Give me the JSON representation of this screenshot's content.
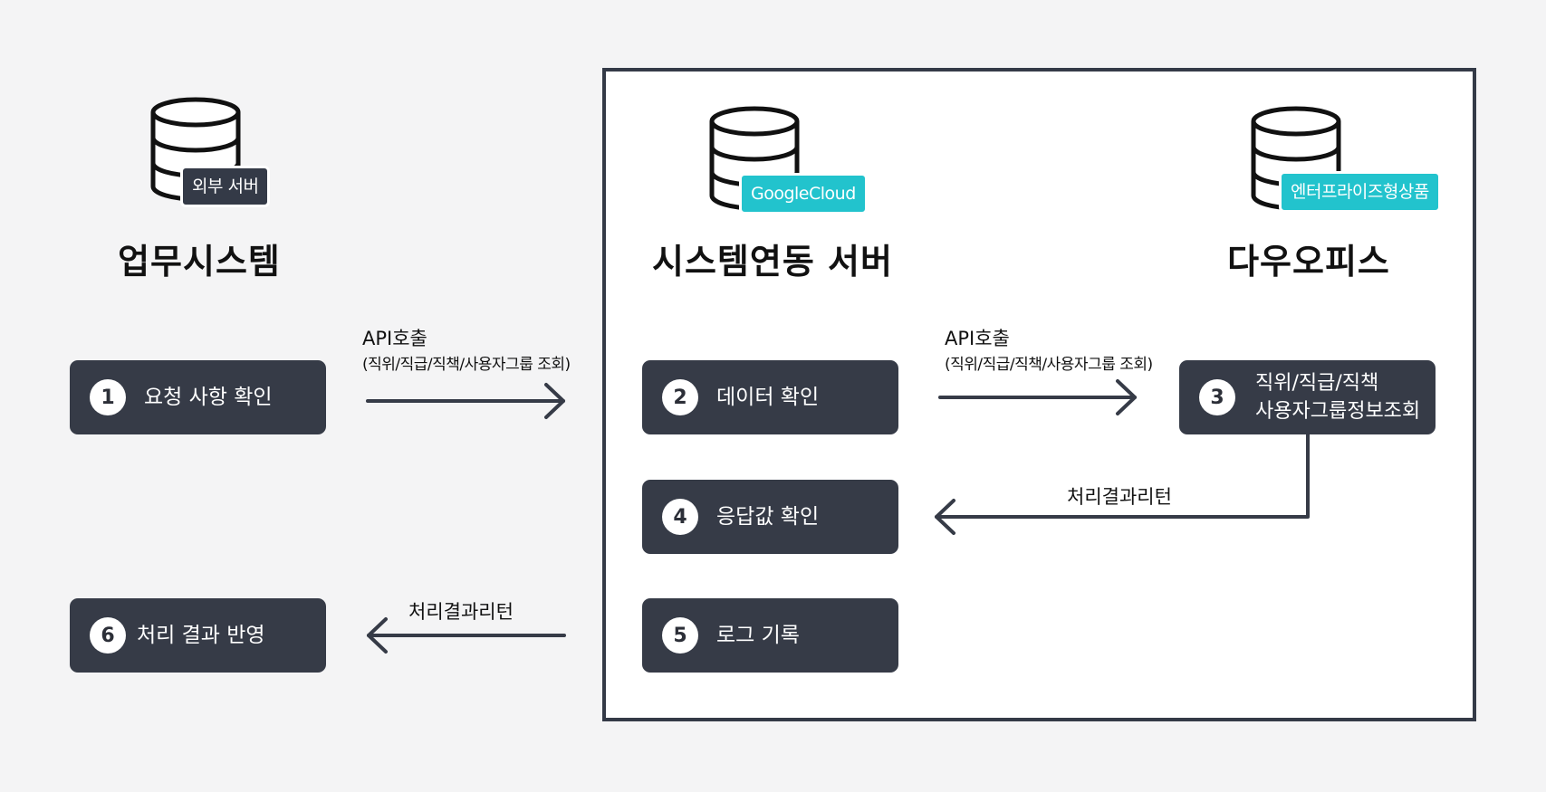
{
  "systems": {
    "business": {
      "title": "업무시스템",
      "badge": "외부 서버"
    },
    "server": {
      "title": "시스템연동 서버",
      "badge": "GoogleCloud"
    },
    "daou": {
      "title": "다우오피스",
      "badge": "엔터프라이즈형상품"
    }
  },
  "steps": [
    {
      "num": "1",
      "label": "요청 사항 확인"
    },
    {
      "num": "2",
      "label": "데이터 확인"
    },
    {
      "num": "3",
      "label": "직위/직급/직책\n사용자그룹정보조회"
    },
    {
      "num": "4",
      "label": "응답값 확인"
    },
    {
      "num": "5",
      "label": "로그 기록"
    },
    {
      "num": "6",
      "label": "처리 결과 반영"
    }
  ],
  "arrows": {
    "api_call_1": {
      "main": "API호출",
      "sub": "(직위/직급/직책/사용자그룹 조회)"
    },
    "api_call_2": {
      "main": "API호출",
      "sub": "(직위/직급/직책/사용자그룹 조회)"
    },
    "return_1": {
      "main": "처리결과리턴"
    },
    "return_2": {
      "main": "처리결과리턴"
    }
  },
  "colors": {
    "box": "#363b47",
    "accent": "#22c3cd",
    "frame": "#343a47",
    "background": "#f4f4f5"
  }
}
